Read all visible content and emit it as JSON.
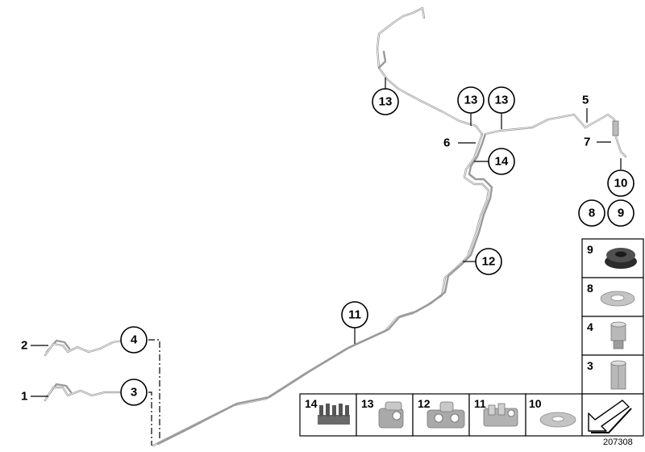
{
  "callouts": {
    "c13a": "13",
    "c13b": "13",
    "c13c": "13",
    "c14": "14",
    "c10": "10",
    "c8": "8",
    "c9": "9",
    "c12": "12",
    "c11": "11",
    "c4": "4",
    "c3": "3"
  },
  "labels": {
    "l5": "5",
    "l6": "6",
    "l7": "7",
    "l2": "2",
    "l1": "1"
  },
  "parts_panel": {
    "right_column": [
      "9",
      "8",
      "4",
      "3"
    ],
    "bottom_row": [
      "14",
      "13",
      "12",
      "11",
      "10"
    ]
  },
  "reference_number": "207308"
}
